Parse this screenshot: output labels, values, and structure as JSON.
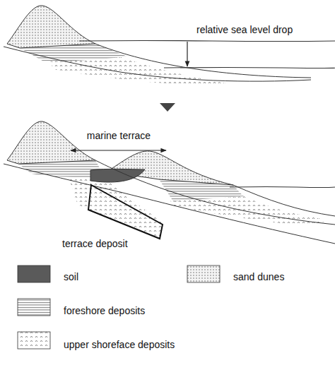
{
  "diagram": {
    "labels": [
      "relative sea level drop",
      "marine terrace",
      "terrace deposit"
    ],
    "legend": [
      {
        "text": "soil",
        "color": "#5a5a5a"
      },
      {
        "text": "sand dunes"
      },
      {
        "text": "foreshore deposits"
      },
      {
        "text": "upper shoreface deposits"
      }
    ]
  }
}
